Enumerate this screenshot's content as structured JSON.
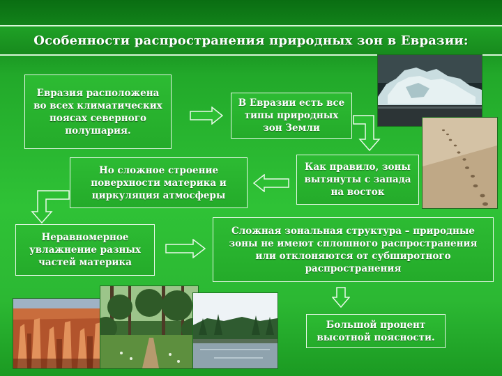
{
  "title": "Особенности распространения природных зон в Евразии:",
  "boxes": {
    "b1": "Евразия расположена во всех климатических поясах северного полушария.",
    "b2": "В Евразии есть все типы природных зон Земли",
    "b3": "Но сложное строение поверхности материка и циркуляция атмосферы",
    "b4": "Как правило, зоны вытянуты с запада на восток",
    "b5": "Неравномерное увлажнение разных частей материка",
    "b6": "Сложная зональная структура – природные зоны не имеют сплошного распространения или отклоняются от субширотного распространения",
    "b7": "Большой процент высотной поясности."
  },
  "colors": {
    "background": "#2fc236",
    "title_bar": "#178a1d",
    "box_fill": "#27b02d",
    "border": "#e8f8e8",
    "arrow_fill": "#2cbf33"
  },
  "photos": [
    "iceberg-photo",
    "desert-footprints-photo",
    "canyon-photo",
    "forest-path-photo",
    "river-photo"
  ]
}
